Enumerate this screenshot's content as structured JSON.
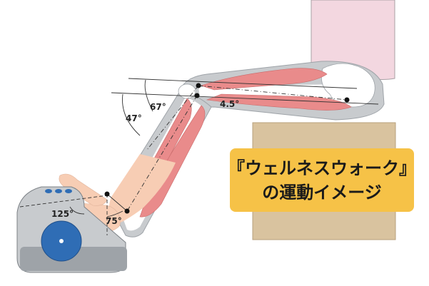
{
  "caption": {
    "line1": "『ウェルネスウォーク』",
    "line2": "の運動イメージ"
  },
  "angles": {
    "hip_upper": "67°",
    "hip_lower": "47°",
    "thigh": "4.5°",
    "ankle": "125°",
    "knee": "75°"
  },
  "colors": {
    "caption_bg": "#f6c247",
    "support_box": "#d9c39f",
    "support_box_border": "#b8a27e",
    "torso_pink": "#f3d7e0",
    "skin": "#f7cdb4",
    "muscle": "#e98b8b",
    "muscle_stripe": "#c96a6a",
    "bone": "#ffffff",
    "leg_outline": "#9ea3a8",
    "device_gray": "#c8cbce",
    "device_dark": "#7c8186",
    "wheel_blue": "#2f6db5"
  }
}
